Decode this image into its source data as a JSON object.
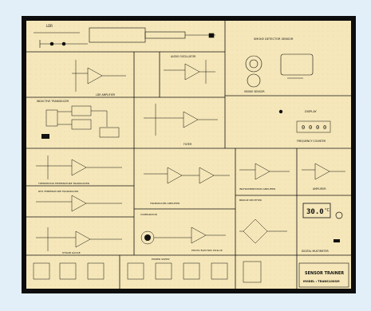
{
  "board": {
    "colors": {
      "background": "#e2eff8",
      "frame": "#0d0d0d",
      "panel": "#f5e7b9",
      "ink": "#111111"
    },
    "sections": {
      "ldr": "LDR",
      "smoke_sensor": "SMOKE DETECTOR SENSOR",
      "smoke_sub": "SMOKE SENSOR",
      "inductive": "INDUCTIVE TRANSDUCER",
      "audio_osc": "AUDIO OSCILLATOR",
      "ldr_amp": "LDR AMPLIFIER",
      "display": "DISPLAY",
      "frequency_counter": "FREQUENCY COUNTER",
      "filter": "FILTER",
      "thermistor_1": "THERMISTOR TEMPERATURE TRANSDUCER",
      "thermistor_2": "RTD TEMPERATURE TRANSDUCER",
      "strain_gauge": "STRAIN GAUGE",
      "transducer_amp": "TRANSDUCER AMPLIFIER",
      "amplifier": "AMPLIFIER",
      "differential_amp": "INSTRUMENTATION AMPLIFIER",
      "comparator": "COMPARATOR",
      "bridge": "BRIDGE RECTIFIER",
      "photo_electric": "PHOTO ELECTRIC PICK-UP",
      "digital_multimeter": "DIGITAL MULTIMETER",
      "power_supply": "POWER SUPPLY",
      "sensor_trainer": "SENSOR TRAINER",
      "model": "MODEL : TRANS100SM"
    },
    "dmm_reading": "30.0",
    "dmm_unit": "°C",
    "display_digits": [
      "0",
      "0",
      "0",
      "0"
    ],
    "icons": [
      "chip-icon",
      "knob-icon",
      "toggle-switch-icon",
      "led-icon",
      "speaker-icon"
    ]
  }
}
